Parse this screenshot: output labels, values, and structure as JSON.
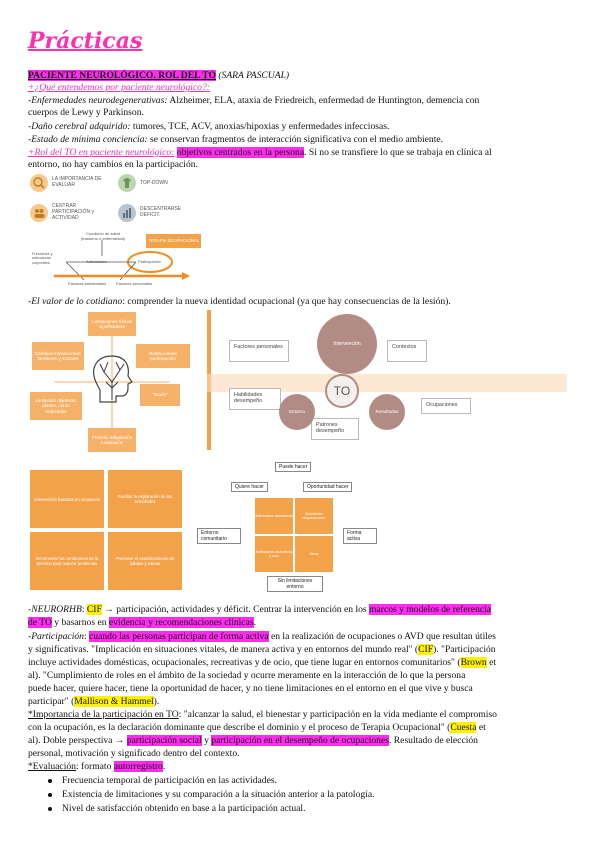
{
  "title": "Prácticas",
  "section": {
    "heading": "PACIENTE NEUROLÓGICO. ROL DEL TO",
    "author": "(SARA PASCUAL)"
  },
  "question": "+¿Qué entendemos por paciente neurológico?:",
  "items": {
    "neuro_label": "-Enfermedades neurodegenerativas:",
    "neuro_text": " Alzheimer, ELA, ataxia de Friedreich, enfermedad de Huntington, demencia con",
    "neuro_text2": "cuerpos de Lewy y Parkinson.",
    "dano_label": "-Daño cerebral adquirido:",
    "dano_text": " tumores, TCE, ACV, anoxias/hipoxias y enfermedades infecciosas.",
    "estado_label": "-Estado de mínima conciencia:",
    "estado_text": " se conservan fragmentos de interacción significativa con el medio ambiente.",
    "rol_label": "+Rol del TO en paciente neurológico:",
    "rol_hl": "objetivos centrados en la persona",
    "rol_text": ". Si no se transfiere lo que se trabaja en clínica al",
    "rol_text2": "entorno, no hay cambios en la participación.",
    "valor_label": "-El valor de lo cotidiano",
    "valor_text": ": comprender la nueva identidad ocupacional (ya que hay consecuencias de la lesión)."
  },
  "fig1": {
    "items": [
      "LA IMPORTANCIA DE EVALUAR",
      "TOP-DOWN",
      "CENTRAR PARTICIPACIÓN y ACTIVIDAD",
      "DESCENTRARSE DEFICIT."
    ],
    "diagram_title": "TERAPIA OCUPACIONAL",
    "diagram_top": "Condición de salud (trastorno o enfermedad)",
    "diagram_nodes": [
      "Funciones y estructuras corporales",
      "Actividades",
      "Participación"
    ],
    "diagram_bottom": [
      "Factores ambientales",
      "Factores personales"
    ]
  },
  "fig2": {
    "boxes": [
      "Limitaciones físicas significativas",
      "Restricciones participación",
      "\"Duelo\"",
      "Proceso adaptación Aceptación",
      "Limitación objetivos, planes, como realizarlos",
      "Cambios interacciones familiares y sociales"
    ]
  },
  "fig3": {
    "boxes": [
      "Factores personales",
      "Contextos",
      "Habilidades desempeño",
      "Ocupaciones",
      "Patrones desempeño"
    ],
    "center": "TO",
    "circles": [
      "Intervención",
      "Entorno",
      "Resultados"
    ]
  },
  "fig4": {
    "cells": [
      "Intervención basadas en ocupación",
      "Facilitar la exploración de las actividades",
      "Incrementar las condiciones de la persona para mejorar problemas",
      "Promover el establecimiento de hábitos y rutinas"
    ]
  },
  "fig5": {
    "boxes": [
      "Puede hacer",
      "Quiere hacer",
      "Oportunidad hacer",
      "Entorno comunitario",
      "Forma activa",
      "Sin limitaciones entorno"
    ],
    "cells": [
      "Actividades domésticas",
      "Actividades ocupacionales",
      "Actividades recreativas y ocio",
      "Otros"
    ]
  },
  "neurorhb": {
    "label": "-NEURORHB",
    "text1": ": ",
    "cif": "CIF",
    "text2": " → participación, actividades y déficit. Centrar la intervención en los ",
    "hl1": "marcos y modelos de referencia",
    "line2_hl": "de TO",
    "line2_text": " y basarnos en ",
    "line2_hl2": "evidencia y recomendaciones clínicas",
    "line2_end": "."
  },
  "participacion": {
    "label": "-Participación",
    "text1": ": ",
    "hl": "cuando las personas participan de forma activa",
    "text2": " en la realización de ocupaciones o AVD que resultan útiles",
    "line2": "y significativas. \"Implicación en situaciones vitales, de manera activa y en entornos del mundo real\" (",
    "cif": "CIF",
    "line2_end": "). \"Participación",
    "line3": "incluye actividades domésticas, ocupacionales, recreativas y de ocio, que tiene lugar en entornos comunitarios\" (",
    "brown": "Brown",
    "line3_end": " et",
    "line4": "al). \"Cumplimiento de roles en el ámbito de la sociedad y ocurre meramente en la interacción de lo que la persona",
    "line5": "puede hacer, quiere hacer, tiene la oportunidad de hacer, y no tiene limitaciones en el entorno en el que vive y busca",
    "line6_start": "participar\" (",
    "mallison": "Mallison & Hammel",
    "line6_end": ")."
  },
  "importancia": {
    "label": "*Importancia de la participación en TO",
    "text1": ": \"alcanzar la salud, el bienestar y participación en la vida mediante el compromiso",
    "line2": "con la ocupación, es la declaración dominante que describe el dominio y el proceso de Terapia Ocupacional\" (",
    "cuesta": "Cuesta",
    "line2_end": " et",
    "line3_start": "al). Doble perspectiva → ",
    "hl1": "participación social",
    "mid": " y ",
    "hl2": "participación en el desempeño de ocupaciones",
    "line3_end": ". Resultado de elección",
    "line4": "personal, motivación y significado dentro del contexto."
  },
  "evaluacion": {
    "label": "*Evaluación",
    "text1": ": formato ",
    "hl": "autorregistro",
    "text2": ".",
    "bullets": [
      "Frecuencia temporal de participación en las actividades.",
      "Existencia de limitaciones y su comparación a la situación anterior a la patología.",
      "Nivel de satisfacción obtenido en base a la participación actual."
    ]
  }
}
